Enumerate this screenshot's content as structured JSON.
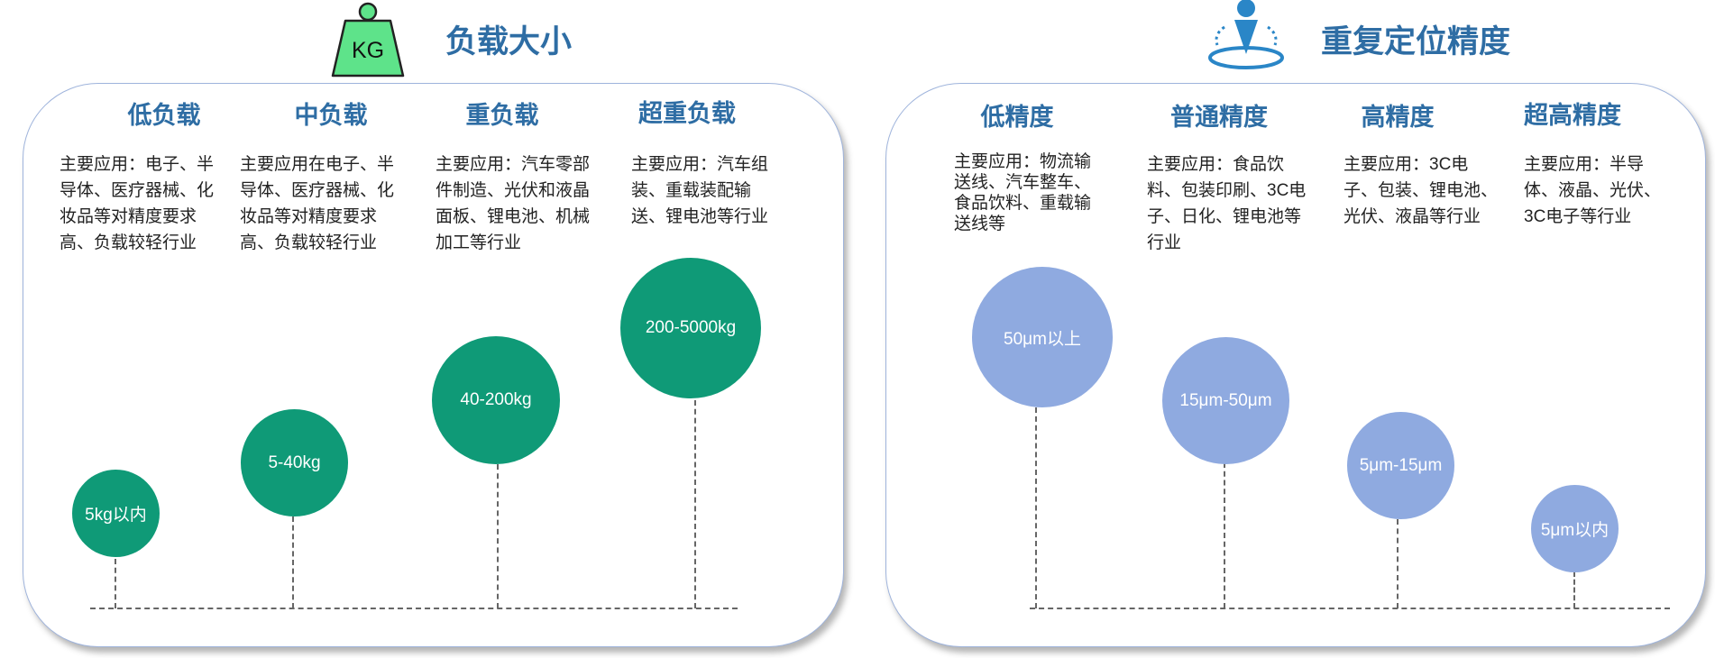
{
  "left": {
    "title": "负载大小",
    "icon": "kg-weight-icon",
    "icon_text": "KG",
    "color": "#0f9a77",
    "categories": [
      {
        "name": "低负载",
        "desc": "主要应用：电子、半导体、医疗器械、化妆品等对精度要求高、负载较轻行业",
        "value": "5kg以内"
      },
      {
        "name": "中负载",
        "desc": "主要应用在电子、半导体、医疗器械、化妆品等对精度要求高、负载较轻行业",
        "value": "5-40kg"
      },
      {
        "name": "重负载",
        "desc": "主要应用：汽车零部件制造、光伏和液晶面板、锂电池、机械加工等行业",
        "value": "40-200kg"
      },
      {
        "name": "超重负载",
        "desc": "主要应用：汽车组装、重载装配输送、锂电池等行业",
        "value": "200-5000kg"
      }
    ]
  },
  "right": {
    "title": "重复定位精度",
    "icon": "location-pin-icon",
    "color": "#8faae0",
    "categories": [
      {
        "name": "低精度",
        "desc": "主要应用：物流输送线、汽车整车、食品饮料、重载输送线等",
        "value": "50μm以上"
      },
      {
        "name": "普通精度",
        "desc": "主要应用：食品饮料、包装印刷、3C电子、日化、锂电池等行业",
        "value": "15μm-50μm"
      },
      {
        "name": "高精度",
        "desc": "主要应用：3C电子、包装、锂电池、光伏、液晶等行业",
        "value": "5μm-15μm"
      },
      {
        "name": "超高精度",
        "desc": "主要应用：半导体、液晶、光伏、3C电子等行业",
        "value": "5μm以内"
      }
    ]
  }
}
